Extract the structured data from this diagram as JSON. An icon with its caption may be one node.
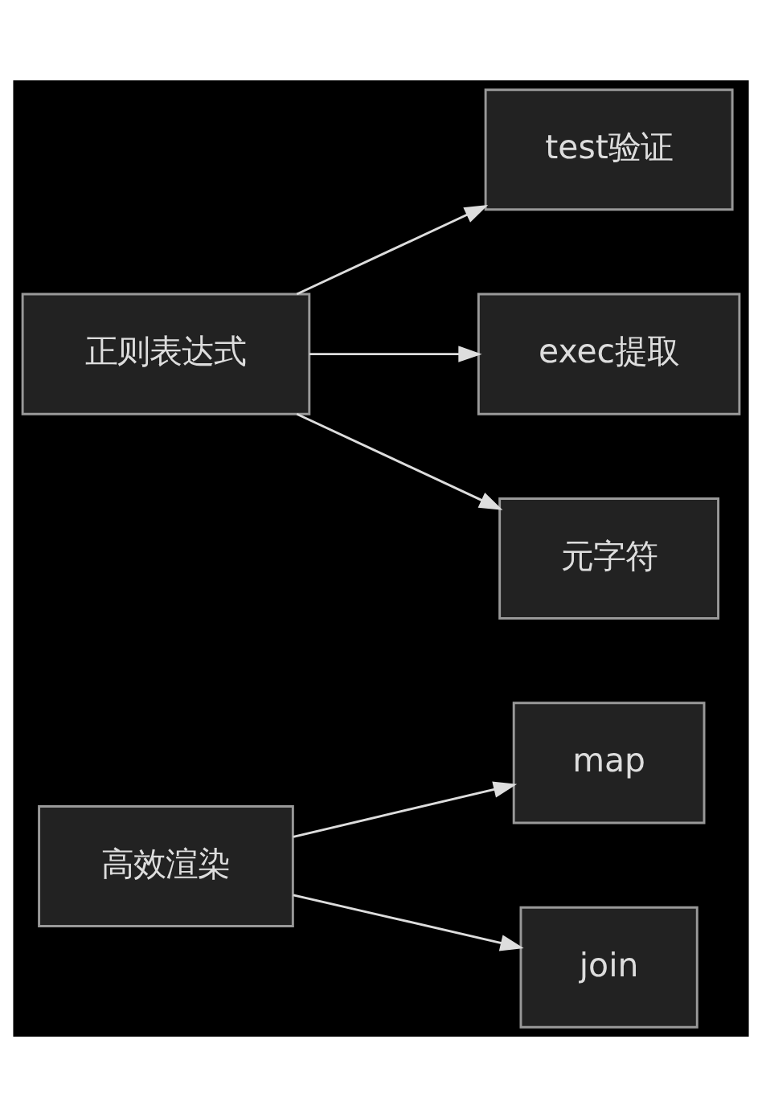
{
  "diagram": {
    "nodes": [
      {
        "text": [
          "高效渲染"
        ]
      },
      {
        "text": [
          "map"
        ]
      },
      {
        "text": [
          "join"
        ]
      },
      {
        "text": [
          "正则表达式"
        ]
      },
      {
        "text": [
          "test验证"
        ]
      },
      {
        "text": [
          "exec提取"
        ]
      },
      {
        "text": [
          "元字符"
        ]
      }
    ],
    "edges": [
      {
        "from": 0,
        "to": 1,
        "arrow": "to"
      },
      {
        "from": 0,
        "to": 2,
        "arrow": "to"
      },
      {
        "from": 3,
        "to": 4,
        "arrow": "to"
      },
      {
        "from": 3,
        "to": 5,
        "arrow": "to"
      },
      {
        "from": 3,
        "to": 6,
        "arrow": "to"
      }
    ]
  }
}
